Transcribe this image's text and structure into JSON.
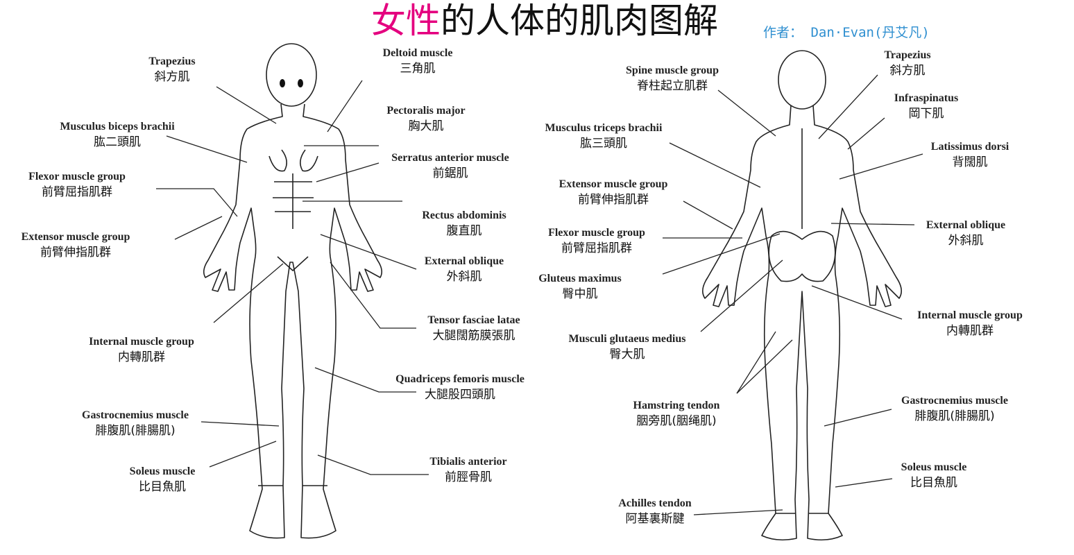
{
  "title": {
    "highlight": "女性",
    "rest": "的人体的肌肉图解"
  },
  "author": "作者： Dan·Evan(丹艾凡)",
  "colors": {
    "title_highlight": "#e4007f",
    "title_text": "#111111",
    "author": "#2f8fd0",
    "line": "#222222"
  },
  "front_labels": [
    {
      "en": "Trapezius",
      "zh": "斜方肌"
    },
    {
      "en": "Musculus biceps brachii",
      "zh": "肱二頭肌"
    },
    {
      "en": "Flexor muscle group",
      "zh": "前臂屈指肌群"
    },
    {
      "en": "Extensor muscle group",
      "zh": "前臂伸指肌群"
    },
    {
      "en": "Internal muscle group",
      "zh": "内轉肌群"
    },
    {
      "en": "Gastrocnemius muscle",
      "zh": "腓腹肌(腓腸肌)"
    },
    {
      "en": "Soleus muscle",
      "zh": "比目魚肌"
    },
    {
      "en": "Deltoid muscle",
      "zh": "三角肌"
    },
    {
      "en": "Pectoralis major",
      "zh": "胸大肌"
    },
    {
      "en": "Serratus anterior muscle",
      "zh": "前鋸肌"
    },
    {
      "en": "Rectus abdominis",
      "zh": "腹直肌"
    },
    {
      "en": "External oblique",
      "zh": "外斜肌"
    },
    {
      "en": "Tensor fasciae latae",
      "zh": "大腿闊筋膜張肌"
    },
    {
      "en": "Quadriceps femoris muscle",
      "zh": "大腿股四頭肌"
    },
    {
      "en": "Tibialis anterior",
      "zh": "前脛骨肌"
    }
  ],
  "back_labels": [
    {
      "en": "Spine muscle group",
      "zh": "脊柱起立肌群"
    },
    {
      "en": "Musculus triceps brachii",
      "zh": "肱三頭肌"
    },
    {
      "en": "Extensor muscle group",
      "zh": "前臂伸指肌群"
    },
    {
      "en": "Flexor muscle group",
      "zh": "前臂屈指肌群"
    },
    {
      "en": "Gluteus maximus",
      "zh": "臀中肌"
    },
    {
      "en": "Musculi glutaeus medius",
      "zh": "臀大肌"
    },
    {
      "en": "Hamstring tendon",
      "zh": "胭旁肌(胭绳肌)"
    },
    {
      "en": "Achilles tendon",
      "zh": "阿基裏斯腱"
    },
    {
      "en": "Trapezius",
      "zh": "斜方肌"
    },
    {
      "en": "Infraspinatus",
      "zh": "岡下肌"
    },
    {
      "en": "Latissimus dorsi",
      "zh": "背闊肌"
    },
    {
      "en": "External oblique",
      "zh": "外斜肌"
    },
    {
      "en": "Internal muscle group",
      "zh": "内轉肌群"
    },
    {
      "en": "Gastrocnemius muscle",
      "zh": "腓腹肌(腓腸肌)"
    },
    {
      "en": "Soleus muscle",
      "zh": "比目魚肌"
    }
  ]
}
